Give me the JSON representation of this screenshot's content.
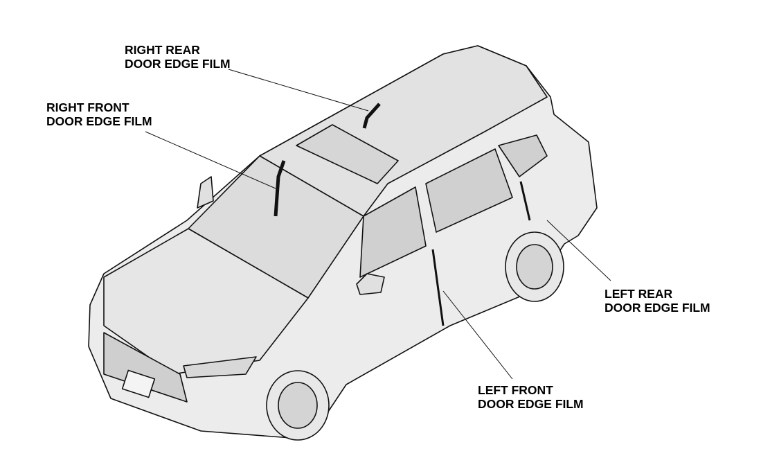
{
  "diagram": {
    "subject": "vehicle",
    "callouts": [
      {
        "line1": "RIGHT REAR",
        "line2": "DOOR EDGE FILM"
      },
      {
        "line1": "RIGHT FRONT",
        "line2": "DOOR EDGE FILM"
      },
      {
        "line1": "LEFT REAR",
        "line2": "DOOR EDGE FILM"
      },
      {
        "line1": "LEFT FRONT",
        "line2": "DOOR EDGE FILM"
      }
    ]
  }
}
